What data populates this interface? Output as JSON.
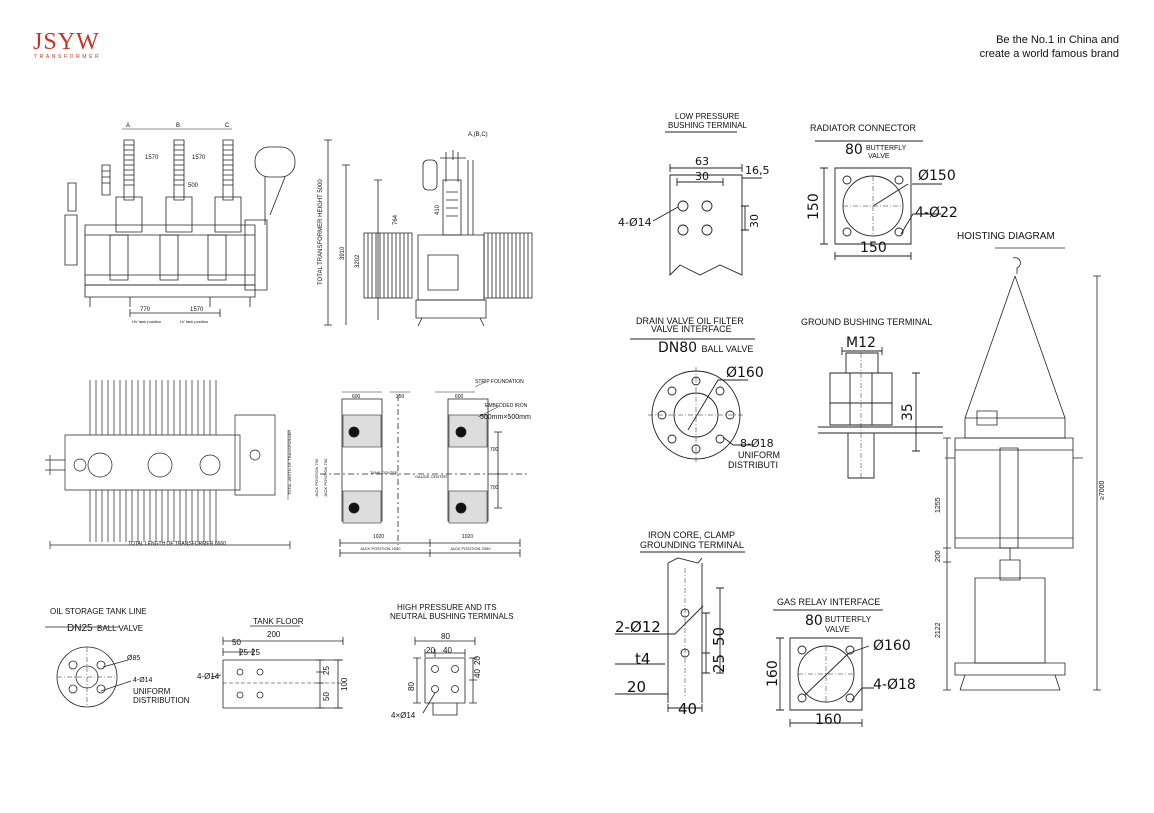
{
  "brand": {
    "logo": "JSYW",
    "logo_sub": "TRANSFORMER",
    "slogan_line1": "Be the No.1 in China and",
    "slogan_line2": "create a world famous brand"
  },
  "front_view": {
    "phases": [
      "A",
      "B",
      "C"
    ],
    "dims": [
      "1570",
      "1570",
      "500",
      "770",
      "1570"
    ],
    "labels": [
      "HV tank position",
      "LV tank position"
    ]
  },
  "side_view": {
    "top_label": "A,(B,C)",
    "height_label": "TOTAL TRANSFORMER HEIGHT 5000",
    "dims": [
      "3910",
      "3202",
      "764",
      "410"
    ]
  },
  "top_view": {
    "length_label": "TOTAL LENGTH OF TRANSFORMER 6660",
    "width_label": "TOTAL WIDTH OF TRANSFORMER"
  },
  "foundation": {
    "strip_label": "STRIP FOUNDATION",
    "embedded_label": "EMBEDDED IRON",
    "embedded_size": "500mm×500mm",
    "dims_top": [
      "600",
      "250",
      "600"
    ],
    "dims_side": [
      "700",
      "700"
    ],
    "dims_bottom": [
      "1020",
      "1020"
    ],
    "jack": [
      "JACK POSITION 2050",
      "JACK POSITION 2050"
    ],
    "tank_center": "TANK CENTER",
    "gauge_center": "GAUGE CENTER",
    "side_labels": [
      "JACK POSITION 700",
      "JACK POSITION 700"
    ]
  },
  "oil_storage": {
    "title": "OIL STORAGE TANK LINE",
    "valve_size": "DN25",
    "valve_text": "BALL VALVE",
    "d": "Ø85",
    "holes": "4-Ø14",
    "note1": "UNIFORM",
    "note2": "DISTRIBUTION"
  },
  "tank_floor": {
    "title": "TANK FLOOR",
    "dims": [
      "200",
      "50",
      "25",
      "25",
      "25",
      "50",
      "100"
    ],
    "holes": "4-Ø14"
  },
  "hp_bushing": {
    "title1": "HIGH PRESSURE AND ITS",
    "title2": "NEUTRAL BUSHING TERMINALS",
    "dims": [
      "80",
      "20",
      "40",
      "40",
      "20",
      "80"
    ],
    "holes": "4×Ø14"
  },
  "lp_bushing": {
    "title1": "LOW PRESSURE",
    "title2": "BUSHING TERMINAL",
    "dims": [
      "63",
      "30",
      "16,5",
      "30"
    ],
    "holes": "4-Ø14"
  },
  "radiator": {
    "title": "RADIATOR CONNECTOR",
    "size": "80",
    "valve1": "BUTTERFLY",
    "valve2": "VALVE",
    "d": "Ø150",
    "holes": "4-Ø22",
    "w": "150",
    "h": "150"
  },
  "drain": {
    "title1": "DRAIN VALVE OIL FILTER",
    "title2": "VALVE INTERFACE",
    "size": "DN80",
    "valve": "BALL VALVE",
    "d": "Ø160",
    "holes": "8-Ø18",
    "note1": "UNIFORM",
    "note2": "DISTRIBUTI"
  },
  "ground_bushing": {
    "title": "GROUND BUSHING TERMINAL",
    "thread": "M12",
    "h": "35"
  },
  "iron_core": {
    "title1": "IRON CORE, CLAMP",
    "title2": "GROUNDING TERMINAL",
    "holes": "2-Ø12",
    "t": "t4",
    "w1": "20",
    "w2": "40",
    "h1": "25",
    "h2": "50"
  },
  "gas_relay": {
    "title": "GAS RELAY INTERFACE",
    "size": "80",
    "valve1": "BUTTERFLY",
    "valve2": "VALVE",
    "d": "Ø160",
    "holes": "4-Ø18",
    "w": "160",
    "h": "160"
  },
  "hoisting": {
    "title": "HOISTING DIAGRAM",
    "dims": [
      "≥7000",
      "1255",
      "200",
      "2122"
    ]
  }
}
